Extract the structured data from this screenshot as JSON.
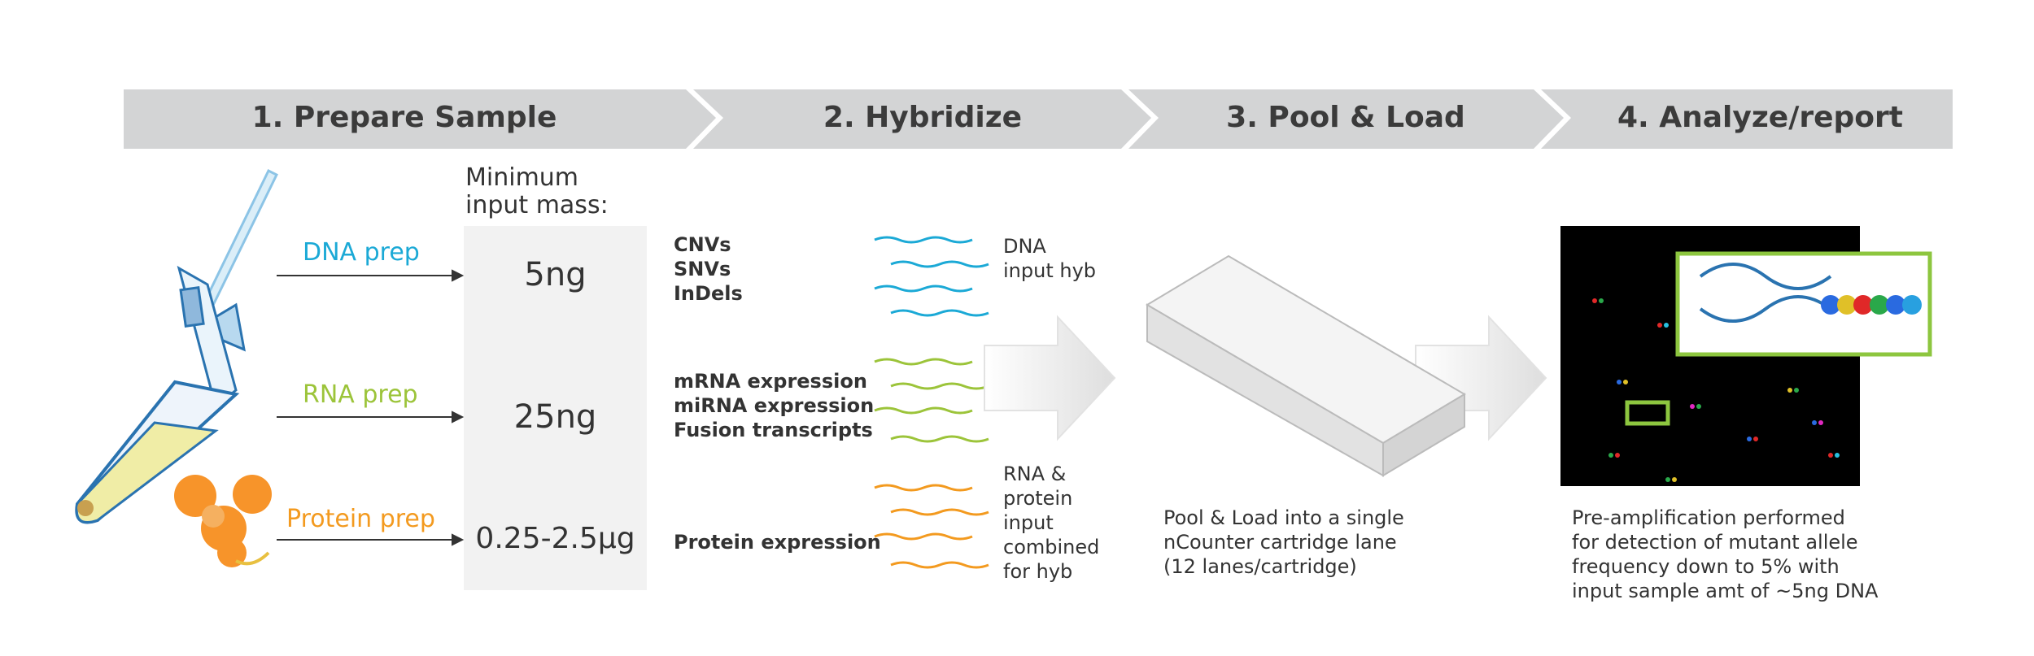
{
  "steps": [
    {
      "label": "1. Prepare Sample"
    },
    {
      "label": "2. Hybridize"
    },
    {
      "label": "3. Pool & Load"
    },
    {
      "label": "4. Analyze/report"
    }
  ],
  "min_input": {
    "heading_line1": "Minimum",
    "heading_line2": "input mass:"
  },
  "preps": [
    {
      "label": "DNA prep",
      "color": "#1ba9d6",
      "mass": "5ng"
    },
    {
      "label": "RNA prep",
      "color": "#9cc43a",
      "mass": "25ng"
    },
    {
      "label": "Protein prep",
      "color": "#f39a1f",
      "mass": "0.25-2.5µg"
    }
  ],
  "targets": {
    "dna": [
      "CNVs",
      "SNVs",
      "InDels"
    ],
    "rna": [
      "mRNA expression",
      "miRNA expression",
      "Fusion transcripts"
    ],
    "protein": [
      "Protein expression"
    ]
  },
  "hyb_labels": {
    "dna": [
      "DNA",
      "input hyb"
    ],
    "rna_protein": [
      "RNA &",
      "protein",
      "input",
      "combined",
      "for hyb"
    ]
  },
  "pool_load_text": [
    "Pool & Load into a single",
    "nCounter cartridge lane",
    "(12 lanes/cartridge)"
  ],
  "analyze_text": [
    "Pre-amplification performed",
    "for detection of mutant allele",
    "frequency down to 5% with",
    "input sample amt of ~5ng DNA"
  ],
  "colors": {
    "banner": "#d3d4d5",
    "mass_box": "#f2f2f2",
    "highlight": "#8dc63f",
    "dna": "#1ba9d6",
    "rna": "#9cc43a",
    "protein": "#f39a1f"
  }
}
